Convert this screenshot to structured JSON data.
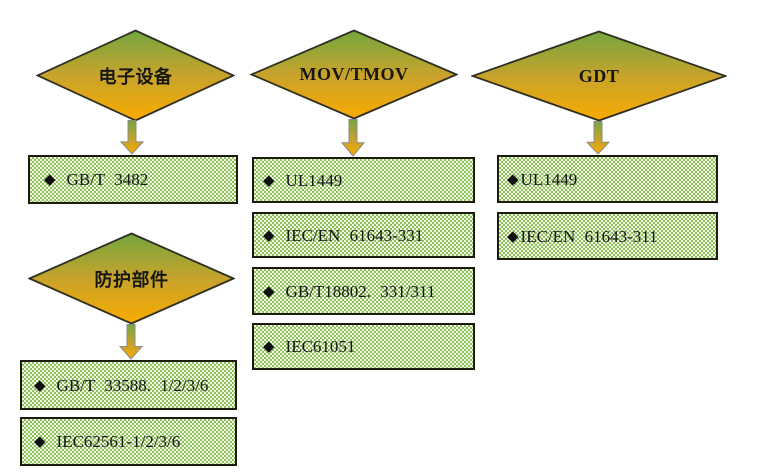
{
  "flowchart": {
    "groups": [
      {
        "id": "electronic-equipment",
        "diamond_label": "电子设备",
        "boxes": [
          {
            "bullet": "◆",
            "text": "GB/T 3482"
          }
        ]
      },
      {
        "id": "mov-tmov",
        "diamond_label": "MOV/TMOV",
        "boxes": [
          {
            "bullet": "◆",
            "text": "UL1449"
          },
          {
            "bullet": "◆",
            "text": "IEC/EN 61643-331"
          },
          {
            "bullet": "◆",
            "text": "GB/T18802. 331/311"
          },
          {
            "bullet": "◆",
            "text": "IEC61051"
          }
        ]
      },
      {
        "id": "gdt",
        "diamond_label": "GDT",
        "boxes": [
          {
            "bullet": "◆",
            "text": "UL1449"
          },
          {
            "bullet": "◆",
            "text": "IEC/EN 61643-311"
          }
        ]
      },
      {
        "id": "protective-components",
        "diamond_label": "防护部件",
        "boxes": [
          {
            "bullet": "◆",
            "text": "GB/T 33588. 1/2/3/6"
          },
          {
            "bullet": "◆",
            "text": "IEC62561-1/2/3/6"
          }
        ]
      }
    ]
  },
  "colors": {
    "background": "#FFFFFF",
    "diamond_gradient_top": "#74A63F",
    "diamond_gradient_middle": "#C7A32C",
    "diamond_gradient_bottom": "#F9AB00",
    "diamond_outline": "#2F2F23",
    "arrow_outline": "#8A8A8A",
    "box_pattern_green": "#8DBF5C",
    "box_pattern_light": "#F1F6E2",
    "box_border": "#1B1B10",
    "text": "#161616"
  }
}
